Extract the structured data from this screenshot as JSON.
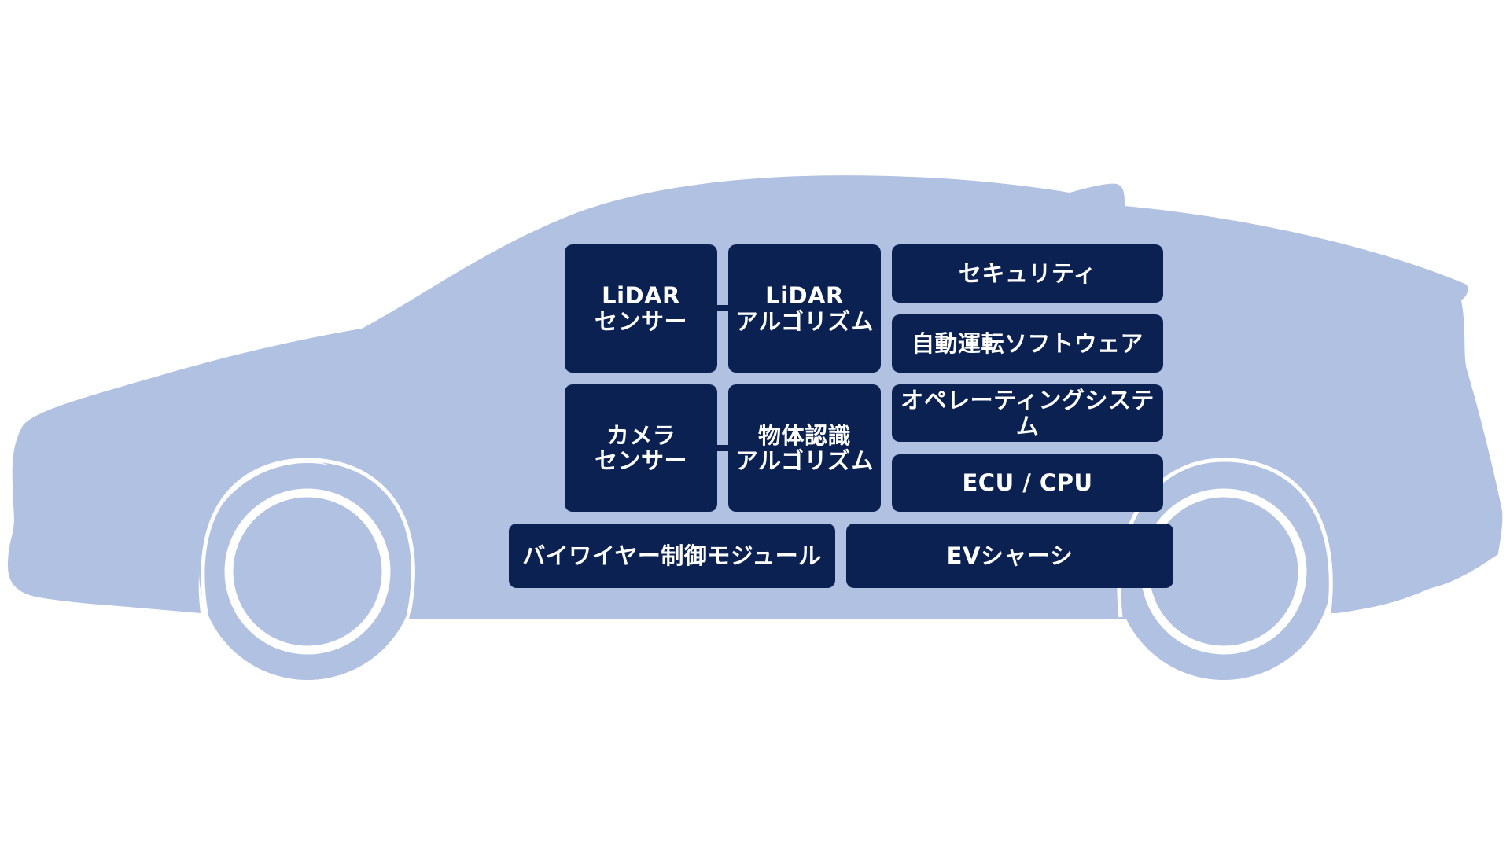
{
  "colors": {
    "car_body": "#b0c1e2",
    "block_fill": "#0b2151",
    "wheel_ring": "#ffffff",
    "background": "#ffffff"
  },
  "blocks": {
    "lidar_sensor": "LiDAR\nセンサー",
    "lidar_algorithm": "LiDAR\nアルゴリズム",
    "camera_sensor": "カメラ\nセンサー",
    "object_recognition_algorithm": "物体認識\nアルゴリズム",
    "security": "セキュリティ",
    "autonomous_driving_software": "自動運転ソフトウェア",
    "operating_system": "オペレーティングシステム",
    "ecu_cpu": "ECU / CPU",
    "by_wire_control_module": "バイワイヤー制御モジュール",
    "ev_chassis": "EVシャーシ"
  }
}
